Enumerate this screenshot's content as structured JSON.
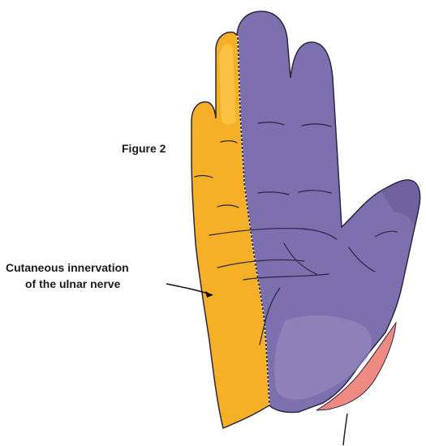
{
  "figure": {
    "label": "Figure 2"
  },
  "callout": {
    "line1": "Cutaneous innervation",
    "line2": "of the ulnar nerve"
  },
  "colors": {
    "ulnar_region": "#f5b027",
    "ulnar_region_light": "#fccb4e",
    "other_region": "#7d70ae",
    "other_region_light": "#9a8fc4",
    "other_region_dark": "#5f558f",
    "thenar_base": "#ee8a82",
    "outline": "#222222"
  },
  "icons": {
    "hand": "palm-hand-illustration",
    "pointer": "callout-arrow-line"
  }
}
